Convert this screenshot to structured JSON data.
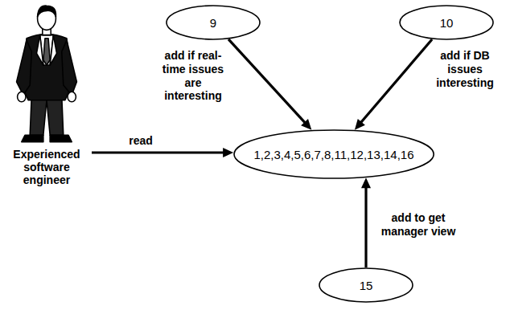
{
  "diagram": {
    "nodes": [
      {
        "text": [
          "9"
        ]
      },
      {
        "text": [
          "10"
        ]
      },
      {
        "text": [
          "Experienced software engineer"
        ]
      },
      {
        "text": [
          "1,2,3,4,5,6,7,8,11,12,13,14,16"
        ]
      },
      {
        "text": [
          "15"
        ]
      }
    ],
    "edges": [
      {
        "from": 2,
        "to": 3,
        "arrow": "to",
        "label": "read"
      },
      {
        "from": 0,
        "to": 3,
        "arrow": "to",
        "label": "add if real-time issues are interesting"
      },
      {
        "from": 1,
        "to": 3,
        "arrow": "to",
        "label": "add if DB issues interesting"
      },
      {
        "from": 4,
        "to": 3,
        "arrow": "to",
        "label": "add to get manager view"
      }
    ]
  }
}
